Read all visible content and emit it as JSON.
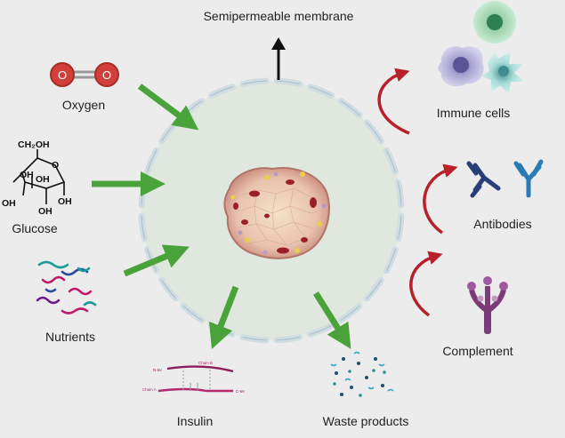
{
  "labels": {
    "membrane": "Semipermeable membrane",
    "oxygen": "Oxygen",
    "glucose": "Glucose",
    "nutrients": "Nutrients",
    "insulin": "Insulin",
    "waste": "Waste products",
    "immune_cells": "Immune cells",
    "antibodies": "Antibodies",
    "complement": "Complement"
  },
  "glucose_atoms": {
    "ch2oh": "CH₂OH",
    "o": "O",
    "oh": "OH"
  },
  "oxygen_atom": "O",
  "insulin_chains": {
    "chain_b": "Chain B",
    "chain_a": "Chain A",
    "n_ter": "N-ter",
    "c_ter": "C-ter"
  },
  "colors": {
    "background": "#ececec",
    "capsule_fill": "#dfe7de",
    "membrane_pore": "#cfdde2",
    "inflow_arrow": "#4aa33a",
    "outflow_arrow": "#4aa33a",
    "blocked_arrow": "#b8202a",
    "membrane_arrow": "#111111",
    "islet": "#e5b6a4",
    "oxygen": "#d13f3a"
  },
  "icons": {
    "oxygen": "oxygen-molecule-icon",
    "glucose": "glucose-structure-icon",
    "nutrients": "nutrient-strands-icon",
    "insulin": "insulin-chains-icon",
    "waste": "waste-particles-icon",
    "immune_cells": "immune-cells-icon",
    "antibodies": "antibody-icon",
    "complement": "complement-protein-icon",
    "islet": "islet-cluster-icon"
  }
}
